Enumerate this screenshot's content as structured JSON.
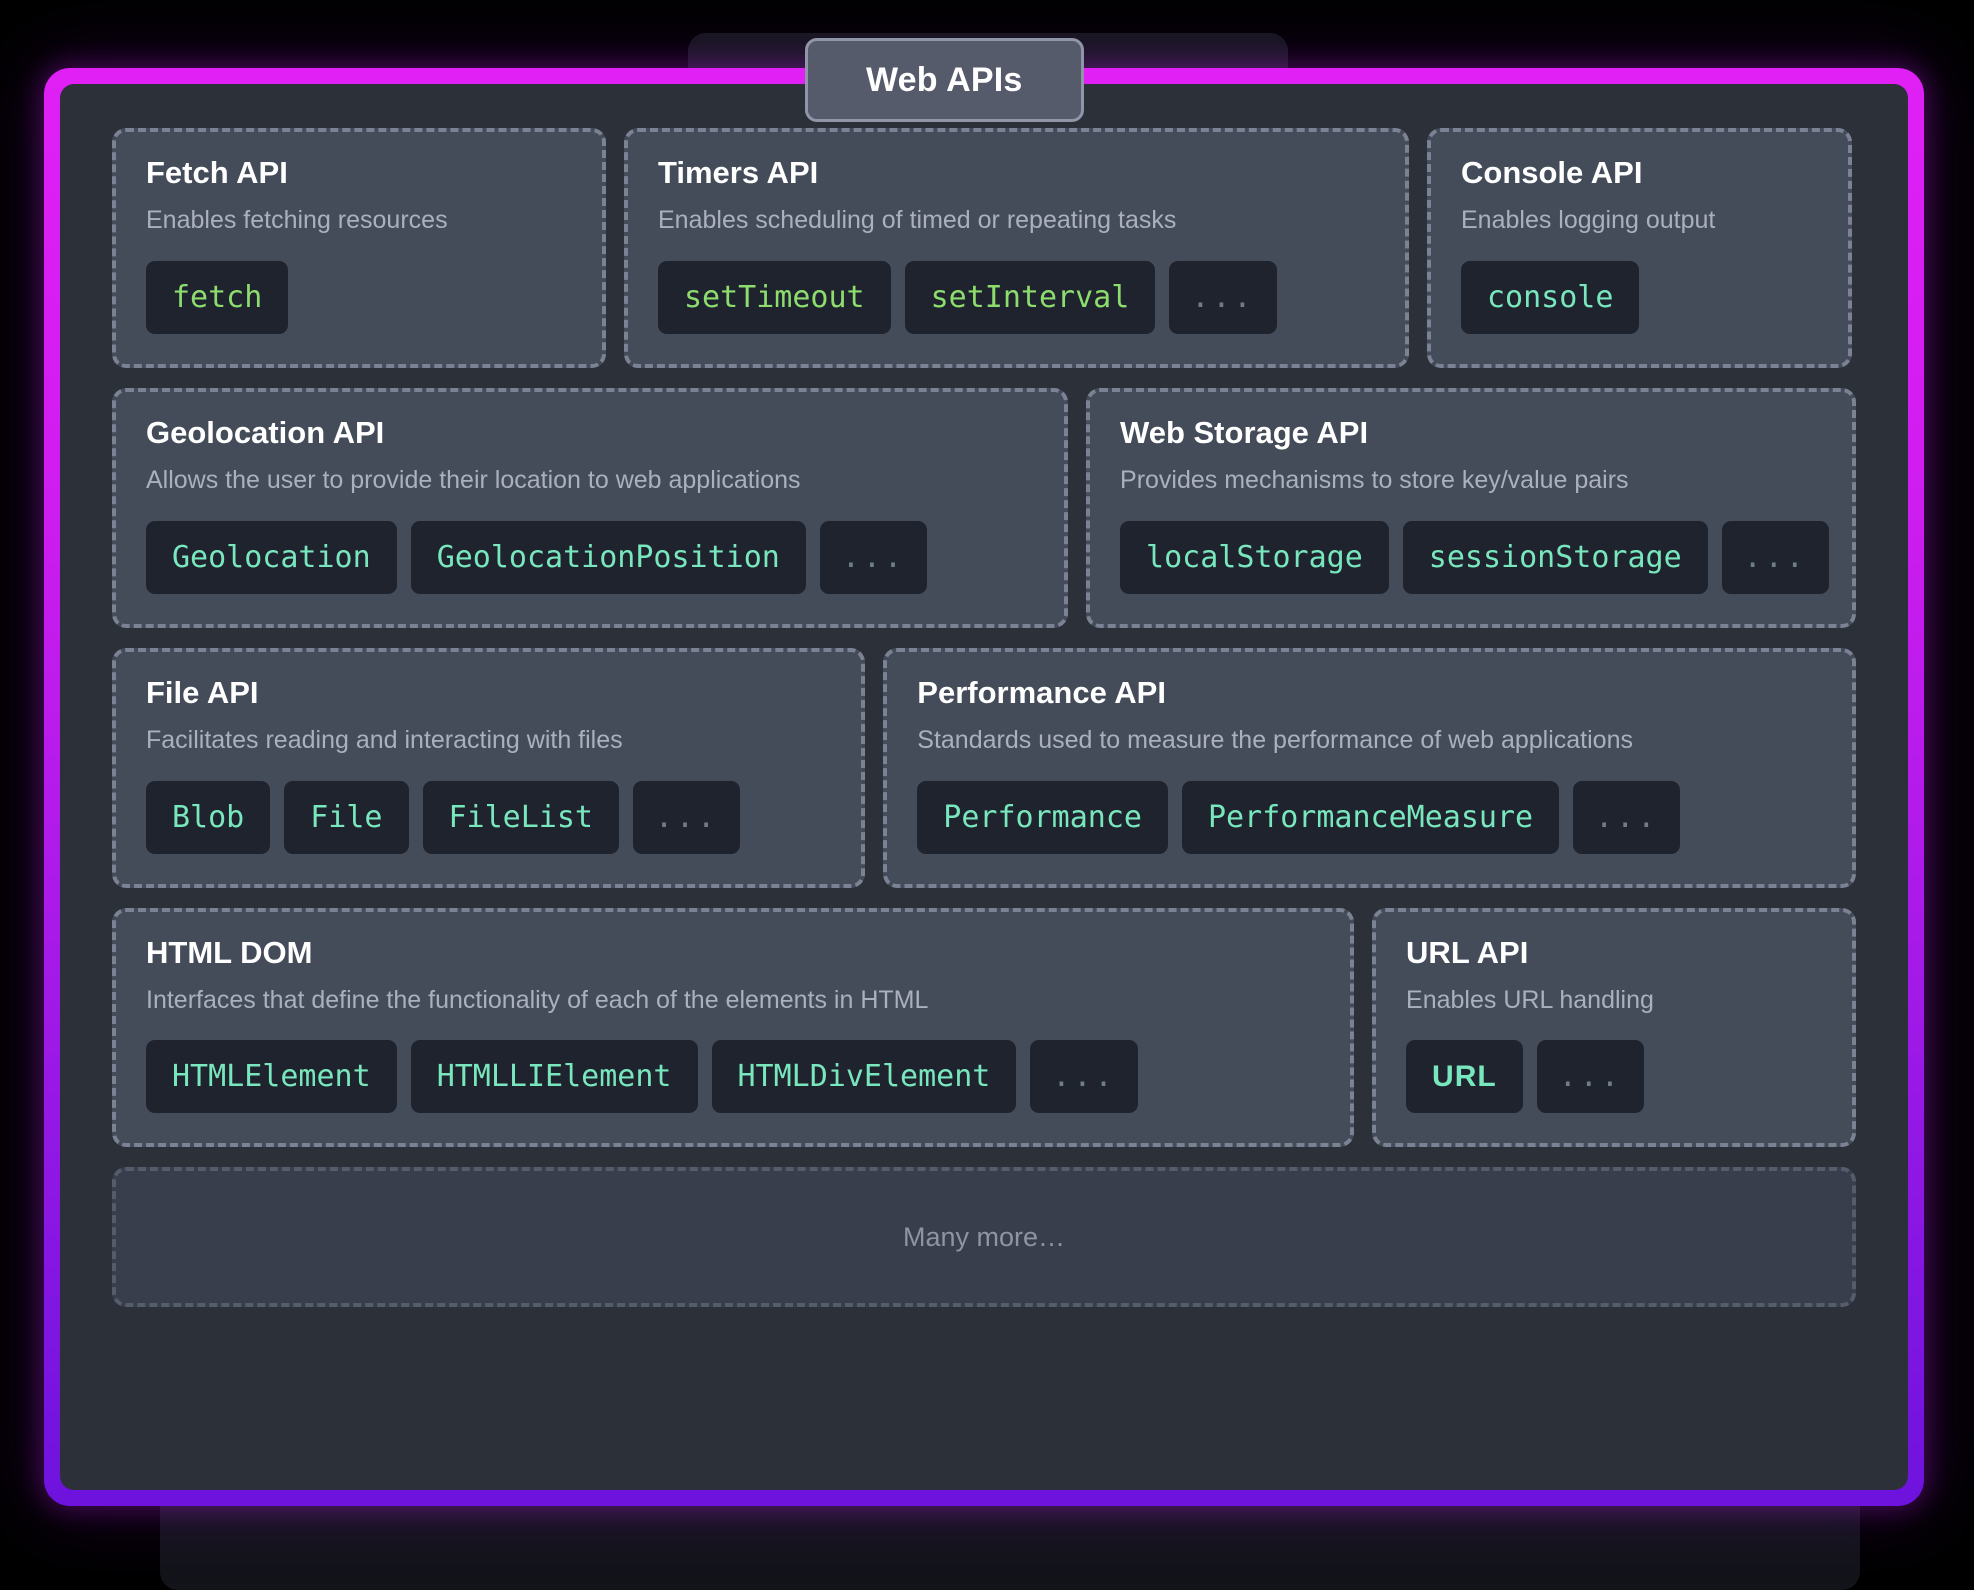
{
  "diagram": {
    "title": "Web APIs",
    "footer_label": "Many more…",
    "colors": {
      "border_top": "#e020f5",
      "border_bottom": "#6d13dd",
      "panel_bg": "#2b3039",
      "card_bg": "#444b59",
      "card_border": "#7b8294",
      "chip_bg": "#1f232e",
      "chip_green": "#8ddc6e",
      "chip_teal": "#79e7bd",
      "title_text": "#ffffff",
      "desc_text": "#aab0bd"
    },
    "cards": [
      {
        "title": "Fetch API",
        "desc": "Enables fetching resources",
        "chips": [
          {
            "label": "fetch",
            "color": "green",
            "style": "mono"
          }
        ]
      },
      {
        "title": "Timers API",
        "desc": "Enables scheduling of timed or repeating tasks",
        "chips": [
          {
            "label": "setTimeout",
            "color": "green",
            "style": "mono"
          },
          {
            "label": "setInterval",
            "color": "green",
            "style": "mono"
          },
          {
            "label": "...",
            "color": "muted",
            "style": "mono"
          }
        ]
      },
      {
        "title": "Console API",
        "desc": "Enables logging output",
        "chips": [
          {
            "label": "console",
            "color": "teal",
            "style": "mono"
          }
        ]
      },
      {
        "title": "Geolocation API",
        "desc": "Allows the user to provide their location to web applications",
        "chips": [
          {
            "label": "Geolocation",
            "color": "teal",
            "style": "mono"
          },
          {
            "label": "GeolocationPosition",
            "color": "teal",
            "style": "mono"
          },
          {
            "label": "...",
            "color": "muted",
            "style": "mono"
          }
        ]
      },
      {
        "title": "Web Storage API",
        "desc": "Provides mechanisms to store key/value pairs",
        "chips": [
          {
            "label": "localStorage",
            "color": "teal",
            "style": "mono"
          },
          {
            "label": "sessionStorage",
            "color": "teal",
            "style": "mono"
          },
          {
            "label": "...",
            "color": "muted",
            "style": "mono"
          }
        ]
      },
      {
        "title": "File API",
        "desc": "Facilitates reading and interacting with files",
        "chips": [
          {
            "label": "Blob",
            "color": "teal",
            "style": "mono"
          },
          {
            "label": "File",
            "color": "teal",
            "style": "mono"
          },
          {
            "label": "FileList",
            "color": "teal",
            "style": "mono"
          },
          {
            "label": "...",
            "color": "muted",
            "style": "mono"
          }
        ]
      },
      {
        "title": "Performance API",
        "desc": "Standards used to measure the performance of web applications",
        "chips": [
          {
            "label": "Performance",
            "color": "teal",
            "style": "mono"
          },
          {
            "label": "PerformanceMeasure",
            "color": "teal",
            "style": "mono"
          },
          {
            "label": "...",
            "color": "muted",
            "style": "mono"
          }
        ]
      },
      {
        "title": "HTML DOM",
        "desc": "Interfaces that define the functionality of each of the elements in HTML",
        "chips": [
          {
            "label": "HTMLElement",
            "color": "teal",
            "style": "mono"
          },
          {
            "label": "HTMLLIElement",
            "color": "teal",
            "style": "mono"
          },
          {
            "label": "HTMLDivElement",
            "color": "teal",
            "style": "mono"
          },
          {
            "label": "...",
            "color": "muted",
            "style": "mono"
          }
        ]
      },
      {
        "title": "URL API",
        "desc": "Enables URL handling",
        "chips": [
          {
            "label": "URL",
            "color": "teal",
            "style": "sans"
          },
          {
            "label": "...",
            "color": "muted",
            "style": "mono"
          }
        ]
      }
    ]
  }
}
